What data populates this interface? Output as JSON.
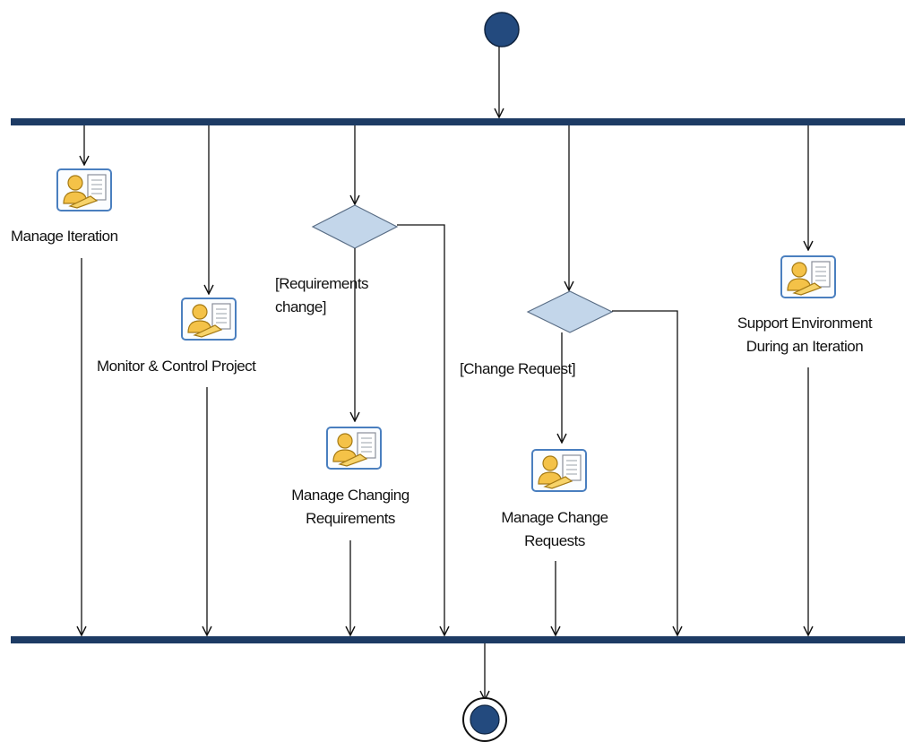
{
  "colors": {
    "bar": "#1d3b64",
    "node_fill": "#234a7e",
    "diamond_fill": "#c3d6ea",
    "diamond_stroke": "#5a6e86",
    "line": "#111111",
    "icon_frame": "#4a7fbf",
    "icon_figure": "#f4c248"
  },
  "activities": {
    "manage_iteration": {
      "label": "Manage Iteration",
      "icon": "role-task-icon"
    },
    "monitor_control": {
      "label": "Monitor & Control Project",
      "icon": "role-task-icon"
    },
    "manage_changing_requirements": {
      "line1": "Manage Changing",
      "line2": "Requirements",
      "icon": "role-task-icon"
    },
    "manage_change_requests": {
      "line1": "Manage Change",
      "line2": "Requests",
      "icon": "role-task-icon"
    },
    "support_environment": {
      "line1": "Support Environment",
      "line2": "During an Iteration",
      "icon": "role-task-icon"
    }
  },
  "guards": {
    "requirements_change": {
      "line1": "[Requirements",
      "line2": "change]"
    },
    "change_request": {
      "label": "[Change Request]"
    }
  }
}
